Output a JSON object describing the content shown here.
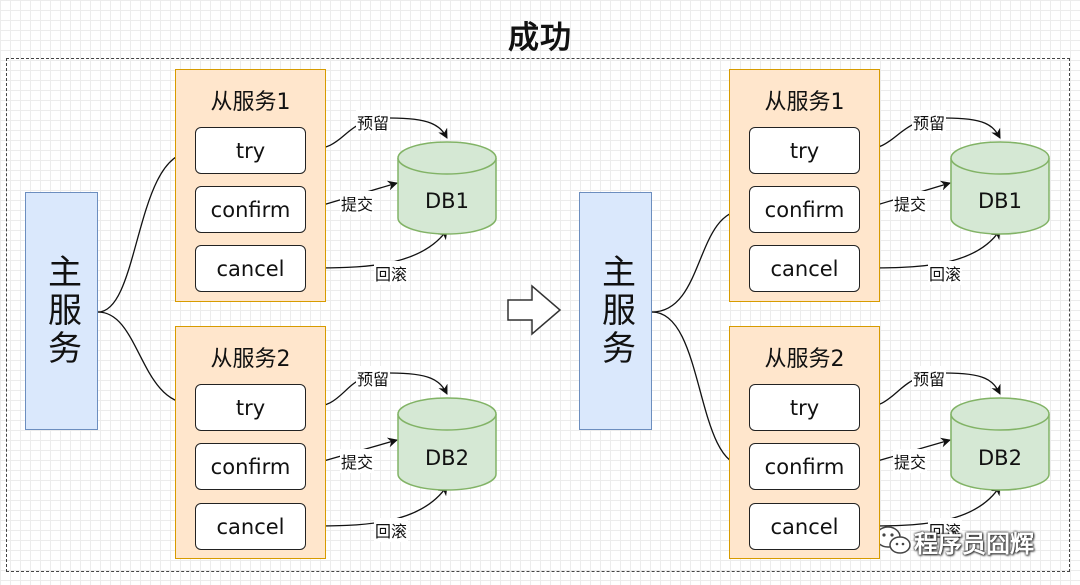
{
  "title": "成功",
  "main_service": "主服务",
  "sub_services": [
    {
      "name": "从服务1",
      "ops": [
        "try",
        "confirm",
        "cancel"
      ],
      "db": "DB1"
    },
    {
      "name": "从服务2",
      "ops": [
        "try",
        "confirm",
        "cancel"
      ],
      "db": "DB2"
    }
  ],
  "edge_labels": {
    "reserve": "预留",
    "commit": "提交",
    "rollback": "回滚"
  },
  "watermark": "程序员囧辉",
  "colors": {
    "main_fill": "#dae8fc",
    "main_stroke": "#6c8ebf",
    "sub_fill": "#ffe6cc",
    "sub_stroke": "#d79b00",
    "db_fill": "#d5e8d4",
    "db_stroke": "#82b366"
  }
}
